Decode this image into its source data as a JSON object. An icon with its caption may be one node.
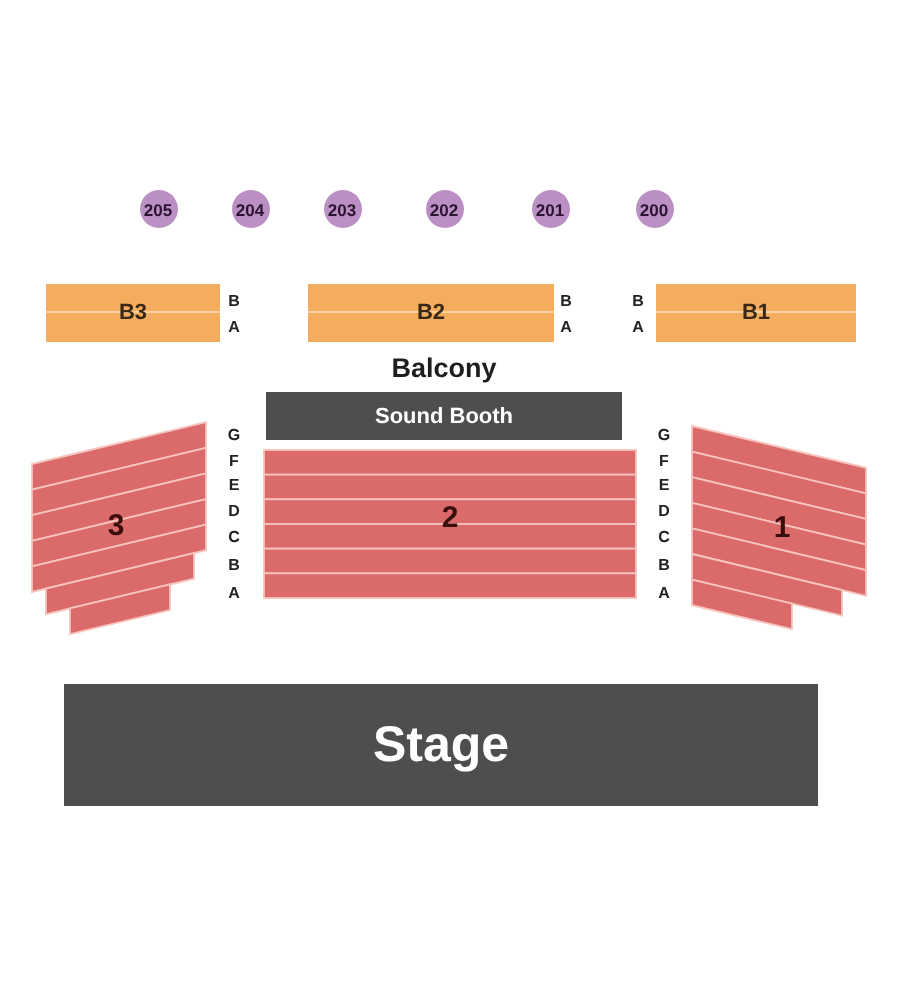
{
  "diagram": {
    "nodes": [
      {
        "text": [
          "205"
        ]
      },
      {
        "text": [
          "204"
        ]
      },
      {
        "text": [
          "203"
        ]
      },
      {
        "text": [
          "202"
        ]
      },
      {
        "text": [
          "201"
        ]
      },
      {
        "text": [
          "200"
        ]
      },
      {
        "text": [
          "B3"
        ],
        "beside": [
          "B",
          "A"
        ]
      },
      {
        "text": [
          "B2"
        ],
        "beside": [
          "B",
          "A"
        ]
      },
      {
        "text": [
          "B1"
        ],
        "beside": [
          "B",
          "A"
        ]
      },
      {
        "text": [
          "Sound Booth"
        ]
      },
      {
        "text": [
          "3"
        ]
      },
      {
        "text": [
          "2"
        ]
      },
      {
        "text": [
          "1"
        ]
      },
      {
        "text": [
          "Stage"
        ]
      }
    ],
    "labels": [
      "Balcony",
      "G",
      "F",
      "E",
      "D",
      "C",
      "B",
      "A",
      "G",
      "F",
      "E",
      "D",
      "C",
      "B",
      "A"
    ]
  }
}
